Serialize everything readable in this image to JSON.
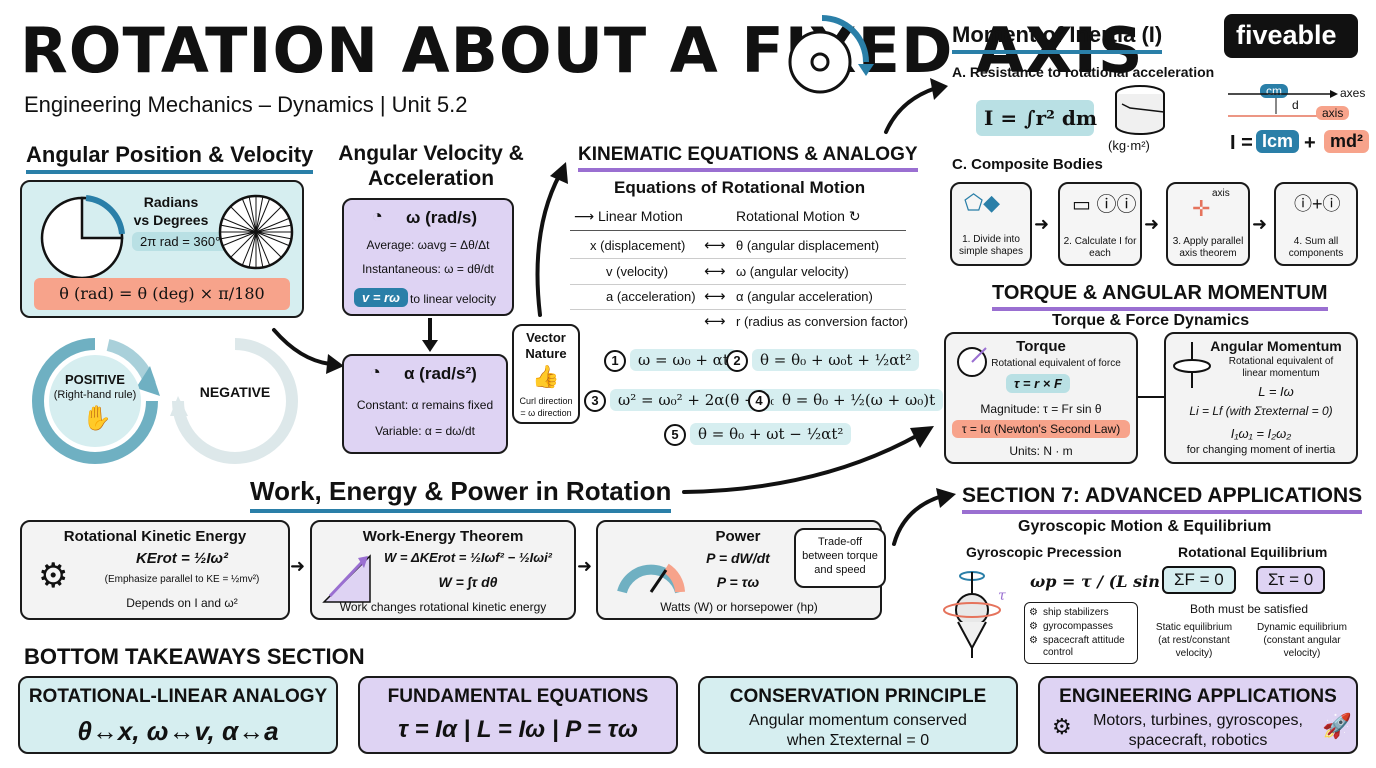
{
  "title": "ROTATION ABOUT A FIXED AXIS",
  "subtitle": "Engineering Mechanics – Dynamics | Unit 5.2",
  "brand": "fiveable",
  "angular_position": {
    "heading": "Angular Position & Velocity",
    "radians_title_1": "Radians",
    "radians_title_2": "vs Degrees",
    "radians_eq": "2π rad = 360°",
    "conversion": "θ (rad) = θ (deg) × π/180",
    "positive_1": "POSITIVE",
    "positive_2": "(Right-hand rule)",
    "negative": "NEGATIVE"
  },
  "angular_velocity": {
    "heading_1": "Angular Velocity &",
    "heading_2": "Acceleration",
    "omega_title": "ω (rad/s)",
    "average": "Average: ωavg = Δθ/Δt",
    "instantaneous": "Instantaneous: ω = dθ/dt",
    "v_eq": "v = rω",
    "v_note": "to linear velocity",
    "alpha_title": "α (rad/s²)",
    "constant": "Constant: α remains fixed",
    "variable": "Variable: α = dω/dt",
    "vector_1": "Vector",
    "vector_2": "Nature",
    "curl_1": "Curl direction",
    "curl_2": "= ω direction"
  },
  "kinematic": {
    "heading": "KINEMATIC EQUATIONS & ANALOGY",
    "subheading": "Equations of Rotational Motion",
    "col_linear": "Linear Motion",
    "col_rotational": "Rotational Motion",
    "rows": [
      {
        "linear": "x (displacement)",
        "rot": "θ (angular displacement)"
      },
      {
        "linear": "v (velocity)",
        "rot": "ω (angular velocity)"
      },
      {
        "linear": "a (acceleration)",
        "rot": "α (angular acceleration)"
      },
      {
        "linear": "",
        "rot": "r (radius as conversion factor)"
      }
    ],
    "eq1": "ω = ω₀ + αt",
    "eq2": "θ = θ₀ + ω₀t + ½αt²",
    "eq3": "ω² = ω₀² + 2α(θ − θ₀)",
    "eq4": "θ = θ₀ + ½(ω + ω₀)t",
    "eq5": "θ = θ₀ + ωt − ½αt²"
  },
  "moment": {
    "heading": "Moment of Inertia (I)",
    "a_label": "A. Resistance to rotational acceleration",
    "integral": "I = ∫r² dm",
    "units": "(kg·m²)",
    "cm": "cm",
    "axes": "axes",
    "d": "d",
    "axis": "axis",
    "parallel_I": "I =",
    "parallel_Icm": "Icm",
    "parallel_plus": "+",
    "parallel_md2": "md²",
    "c_label": "C. Composite Bodies",
    "step1": "1. Divide into simple shapes",
    "step2": "2. Calculate I for each",
    "step3": "3. Apply parallel axis theorem",
    "step3_axis": "axis",
    "step4": "4. Sum all components"
  },
  "torque": {
    "heading": "TORQUE & ANGULAR MOMENTUM",
    "subheading": "Torque & Force Dynamics",
    "torque_title": "Torque",
    "torque_sub": "Rotational equivalent of force",
    "torque_eq": "τ = r × F",
    "magnitude": "Magnitude: τ = Fr sin θ",
    "newton": "τ = Iα (Newton's Second Law)",
    "units": "Units: N · m",
    "am_title": "Angular Momentum",
    "am_sub_1": "Rotational equivalent of",
    "am_sub_2": "linear momentum",
    "am_eq": "L = Iω",
    "am_cons": "Li = Lf (with Στexternal = 0)",
    "am_i1": "I₁ω₁ = I₂ω₂",
    "am_note": "for changing moment of inertia"
  },
  "work": {
    "heading": "Work, Energy & Power in Rotation",
    "ke_title": "Rotational Kinetic Energy",
    "ke_eq": "KErot = ½Iω²",
    "ke_parallel": "(Emphasize parallel to KE = ½mv²)",
    "ke_depends": "Depends on I and ω²",
    "we_title": "Work-Energy Theorem",
    "we_eq1": "W = ΔKErot = ½Iωf² − ½Iωi²",
    "we_eq2": "W = ∫τ dθ",
    "we_note": "Work changes rotational kinetic energy",
    "power_title": "Power",
    "power_eq1": "P = dW/dt",
    "power_eq2": "P = τω",
    "power_units": "Watts (W) or horsepower (hp)",
    "tradeoff_1": "Trade-off",
    "tradeoff_2": "between torque",
    "tradeoff_3": "and speed"
  },
  "advanced": {
    "heading": "SECTION 7: ADVANCED APPLICATIONS",
    "subheading": "Gyroscopic Motion & Equilibrium",
    "gyro_title": "Gyroscopic Precession",
    "gyro_eq": "ωp = τ / (L sin θ)",
    "uses": [
      "ship stabilizers",
      "gyrocompasses",
      "spacecraft attitude control"
    ],
    "eq_title": "Rotational Equilibrium",
    "sum_f": "ΣF = 0",
    "sum_t": "Στ = 0",
    "both": "Both must be satisfied",
    "static_1": "Static equilibrium",
    "static_2": "(at rest/constant",
    "static_3": "velocity)",
    "dynamic_1": "Dynamic equilibrium",
    "dynamic_2": "(constant angular",
    "dynamic_3": "velocity)"
  },
  "takeaways": {
    "heading": "BOTTOM TAKEAWAYS SECTION",
    "t1_title": "ROTATIONAL-LINEAR ANALOGY",
    "t1_body": "θ↔x, ω↔v, α↔a",
    "t2_title": "FUNDAMENTAL EQUATIONS",
    "t2_body": "τ = Iα | L = Iω | P = τω",
    "t3_title": "CONSERVATION PRINCIPLE",
    "t3_body_1": "Angular momentum conserved",
    "t3_body_2": "when Στexternal = 0",
    "t4_title": "ENGINEERING APPLICATIONS",
    "t4_body_1": "Motors, turbines, gyroscopes,",
    "t4_body_2": "spacecraft, robotics"
  },
  "colors": {
    "teal": "#d6eef0",
    "lavender": "#ded3f3",
    "salmon": "#f7a38b",
    "blue": "#2a7fa8",
    "purple": "#9a6fd1"
  }
}
